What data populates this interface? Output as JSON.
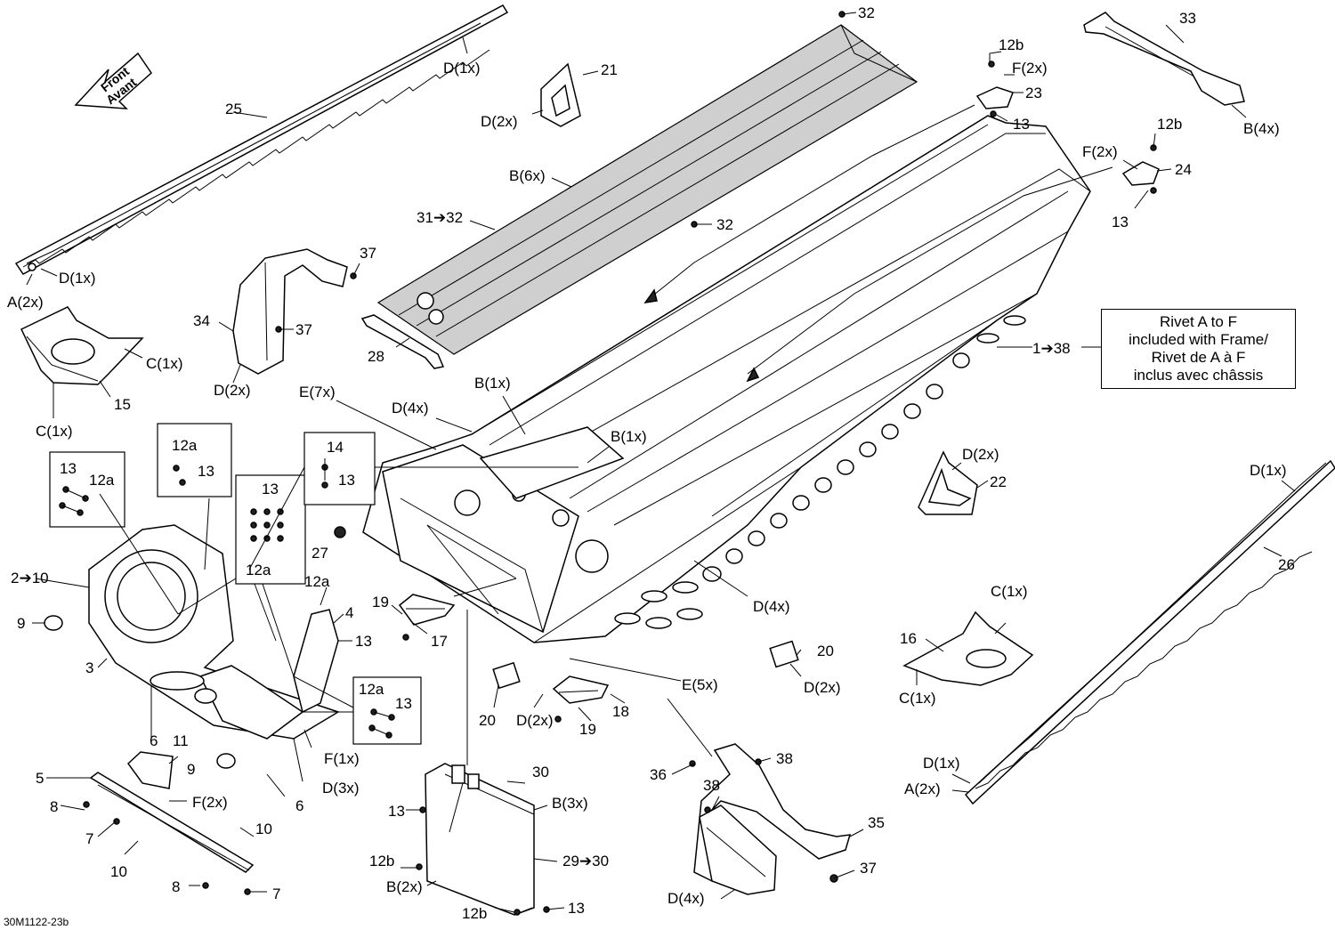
{
  "note": {
    "lines": [
      "Rivet A to F",
      "included with Frame/",
      "Rivet de A à F",
      "inclus avec châssis"
    ]
  },
  "front_arrow": {
    "line1": "Front",
    "line2": "Avant"
  },
  "drawing_code": "30M1122-23b",
  "callouts": {
    "c32a": "32",
    "c12b_a": "12b",
    "c33": "33",
    "cF2x_a": "F(2x)",
    "c23": "23",
    "c21": "21",
    "cD1x_a": "D(1x)",
    "cD2x_a": "D(2x)",
    "c13_a": "13",
    "cB4x": "B(4x)",
    "c12b_b": "12b",
    "cF2x_b": "F(2x)",
    "c24": "24",
    "c13_b": "13",
    "c25": "25",
    "cB6x": "B(6x)",
    "c31_32": "31➔32",
    "c32b": "32",
    "c37_a": "37",
    "cD1x_b": "D(1x)",
    "cA2x_a": "A(2x)",
    "c34": "34",
    "c37_b": "37",
    "c28": "28",
    "c1_38": "1➔38",
    "cC1x_a": "C(1x)",
    "c15": "15",
    "cD2x_b": "D(2x)",
    "cE7x": "E(7x)",
    "cB1x_a": "B(1x)",
    "cD4x_a": "D(4x)",
    "cC1x_b": "C(1x)",
    "cB1x_b": "B(1x)",
    "c14": "14",
    "c13_c": "13",
    "cD2x_c": "D(2x)",
    "cD1x_c": "D(1x)",
    "c22": "22",
    "c12a_a": "12a",
    "c13_d": "13",
    "c13_e": "13",
    "c12a_b": "12a",
    "c13_f": "13",
    "c12a_c": "12a",
    "c27": "27",
    "c26": "26",
    "c2_10": "2➔10",
    "c12a_d": "12a",
    "c4": "4",
    "c9_a": "9",
    "c19_a": "19",
    "c13_g": "13",
    "c17": "17",
    "cD4x_b": "D(4x)",
    "c20_a": "20",
    "cC1x_c": "C(1x)",
    "c16": "16",
    "c3": "3",
    "c12a_e": "12a",
    "c13_h": "13",
    "cD2x_d": "D(2x)",
    "cE5x": "E(5x)",
    "c20_b": "20",
    "cD2x_e": "D(2x)",
    "cC1x_d": "C(1x)",
    "c6_a": "6",
    "c11": "11",
    "c18": "18",
    "c19_b": "19",
    "cF1x": "F(1x)",
    "c9_b": "9",
    "cD3x": "D(3x)",
    "c38_a": "38",
    "c5": "5",
    "c30": "30",
    "cF2x_c": "F(2x)",
    "c36": "36",
    "c6_b": "6",
    "c13_i": "13",
    "cB3x": "B(3x)",
    "c38_b": "38",
    "cD1x_d": "D(1x)",
    "cA2x_b": "A(2x)",
    "c8_a": "8",
    "c7_a": "7",
    "c10_a": "10",
    "c10_b": "10",
    "c35": "35",
    "c12b_c": "12b",
    "c29_30": "29➔30",
    "c37_c": "37",
    "c8_b": "8",
    "c7_b": "7",
    "cB2x": "B(2x)",
    "cD4x_c": "D(4x)",
    "c12b_d": "12b",
    "c13_j": "13"
  }
}
